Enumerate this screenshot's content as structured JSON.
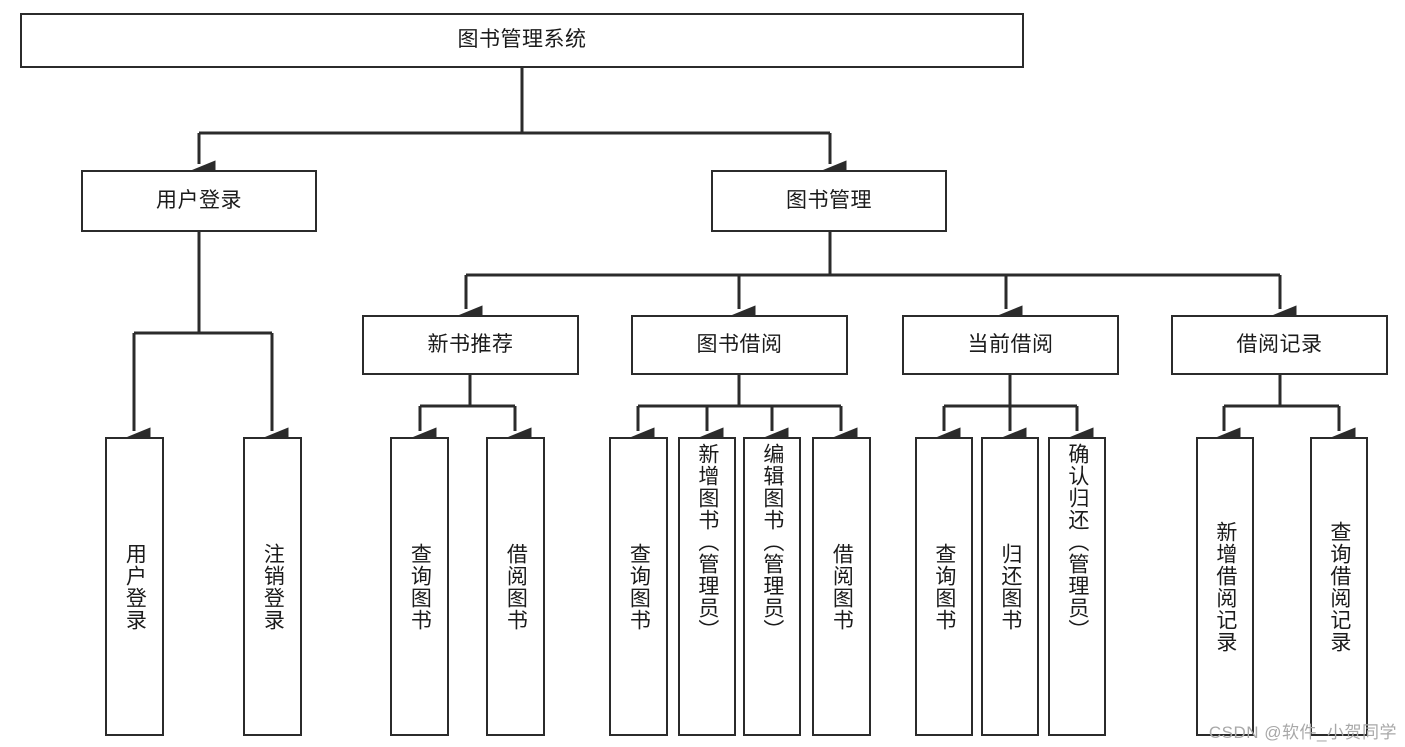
{
  "diagram": {
    "title": "图书管理系统",
    "watermark": "CSDN @软件_小贺同学",
    "line_color": "#2b2b2b",
    "box_fill": "#ffffff",
    "text_color": "#1b1b1b",
    "root": {
      "id": "root",
      "label": "图书管理系统"
    },
    "level2": [
      {
        "id": "user-login",
        "label": "用户登录"
      },
      {
        "id": "book-manage",
        "label": "图书管理"
      }
    ],
    "level3": [
      {
        "id": "new-book-recommend",
        "label": "新书推荐",
        "parent": "book-manage"
      },
      {
        "id": "book-borrow",
        "label": "图书借阅",
        "parent": "book-manage"
      },
      {
        "id": "current-borrow",
        "label": "当前借阅",
        "parent": "book-manage"
      },
      {
        "id": "borrow-record",
        "label": "借阅记录",
        "parent": "book-manage"
      }
    ],
    "leaves": [
      {
        "id": "leaf-user-login",
        "label": "用户登录",
        "parent": "user-login"
      },
      {
        "id": "leaf-logout-login",
        "label": "注销登录",
        "parent": "user-login"
      },
      {
        "id": "leaf-query-book-1",
        "label": "查询图书",
        "parent": "new-book-recommend"
      },
      {
        "id": "leaf-borrow-book-1",
        "label": "借阅图书",
        "parent": "new-book-recommend"
      },
      {
        "id": "leaf-query-book-2",
        "label": "查询图书",
        "parent": "book-borrow"
      },
      {
        "id": "leaf-add-book",
        "label": "新增图书（管理员）",
        "parent": "book-borrow"
      },
      {
        "id": "leaf-edit-book",
        "label": "编辑图书（管理员）",
        "parent": "book-borrow"
      },
      {
        "id": "leaf-borrow-book-2",
        "label": "借阅图书",
        "parent": "book-borrow"
      },
      {
        "id": "leaf-query-book-3",
        "label": "查询图书",
        "parent": "current-borrow"
      },
      {
        "id": "leaf-return-book",
        "label": "归还图书",
        "parent": "current-borrow"
      },
      {
        "id": "leaf-confirm-return",
        "label": "确认归还（管理员）",
        "parent": "current-borrow"
      },
      {
        "id": "leaf-add-record",
        "label": "新增借阅记录",
        "parent": "borrow-record"
      },
      {
        "id": "leaf-query-record",
        "label": "查询借阅记录",
        "parent": "borrow-record"
      }
    ]
  }
}
